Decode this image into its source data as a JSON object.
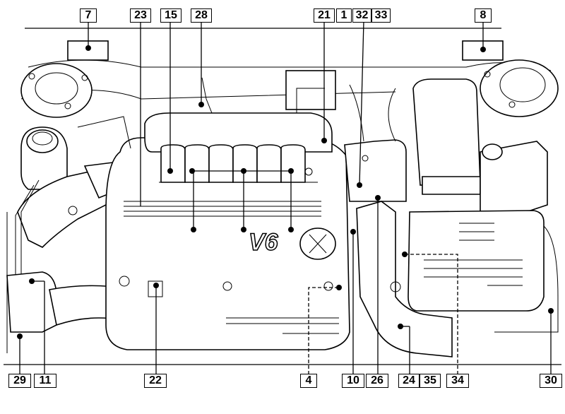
{
  "callouts": {
    "c7": "7",
    "c23": "23",
    "c15": "15",
    "c28": "28",
    "c21": "21",
    "c1": "1",
    "c32": "32",
    "c33": "33",
    "c8": "8",
    "c29": "29",
    "c11": "11",
    "c22": "22",
    "c4": "4",
    "c10": "10",
    "c26": "26",
    "c24": "24",
    "c35": "35",
    "c34": "34",
    "c30": "30"
  },
  "engine_badge": "V6",
  "colors": {
    "ink": "#000000",
    "paper": "#ffffff"
  }
}
